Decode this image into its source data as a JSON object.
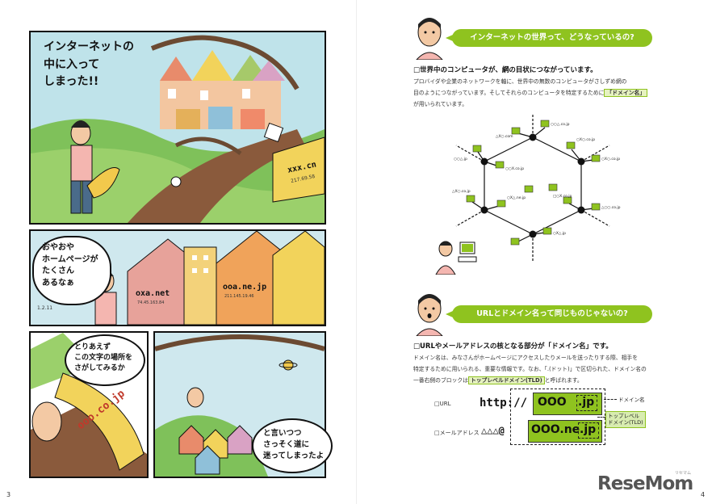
{
  "left_page": {
    "panel1": {
      "caption": [
        "インターネットの",
        "中に入って",
        "しまった!!"
      ],
      "sign_domain": "xxx.cn",
      "sign_ip": "217.69.58"
    },
    "panel2": {
      "bubble": [
        "おやおや",
        "ホームページが",
        "たくさん",
        "あるなぁ"
      ],
      "house1_domain": "oxa.net",
      "house1_ip": "74.45.163.84",
      "house2_domain": "ooa.ne.jp",
      "house2_ip": "211.145.19.46",
      "small_text": "1.2.11"
    },
    "panel3": {
      "bubble": [
        "とりあえず",
        "この文字の場所を",
        "さがしてみるか"
      ],
      "scroll_text": "ooo.co.jp"
    },
    "panel4": {
      "bubble": [
        "と言いつつ",
        "さっそく道に",
        "迷ってしまったよ"
      ]
    },
    "page_number": "3"
  },
  "right_page": {
    "section1": {
      "title": "インターネットの世界って、どうなっているの?",
      "subtitle": "□世界中のコンピュータが、網の目状につながっています。",
      "body": [
        "プロバイダや企業のネットワークを軸に、世界中の無数のコンピュータがさしずめ網の",
        "目のようにつながっています。そしてそれらのコンピュータを特定するために",
        "が用いられています。"
      ],
      "highlight": "「ドメイン名」",
      "network_labels": [
        "○○△.co.jp",
        "△X○.com",
        "○○△.jp",
        "○X○.co.jp",
        "□○X.co.jp",
        "△X○.co.jp",
        "○○△.co.jp",
        "○X△.ne.jp",
        "□○X.co.jp",
        "○○X.jp",
        "○X○.co.jp",
        "○○X.co.jp",
        "△○X.jp",
        "○X△.jp"
      ]
    },
    "section2": {
      "title": "URLとドメイン名って同じものじゃないの?",
      "subtitle": "□URLやメールアドレスの核となる部分が「ドメイン名」です。",
      "body": [
        "ドメイン名は、みなさんがホームページにアクセスしたりメールを送ったりする際、相手を",
        "特定するために用いられる、重要な情報です。なお、「.(ドット)」で区切られた、ドメイン名の",
        "一番右側のブロックは",
        "と呼ばれます。"
      ],
      "highlight": "トップレベルドメイン(TLD)",
      "figure": {
        "url_label": "□URL",
        "url_prefix": "http://",
        "url_domain": "OOO",
        "url_tld": ".jp",
        "mail_label": "□メールアドレス",
        "mail_prefix": "△△△@",
        "mail_domain": "OOO.ne",
        "mail_tld": ".jp",
        "domain_tag": "ドメイン名",
        "tld_tag_line1": "トップレベル",
        "tld_tag_line2": "ドメイン(TLD)"
      }
    },
    "page_number": "4",
    "logo": "ReseMom",
    "logo_sub": "リセマム"
  },
  "colors": {
    "accent_green": "#8fc31f",
    "light_green": "#d8ecb0"
  }
}
